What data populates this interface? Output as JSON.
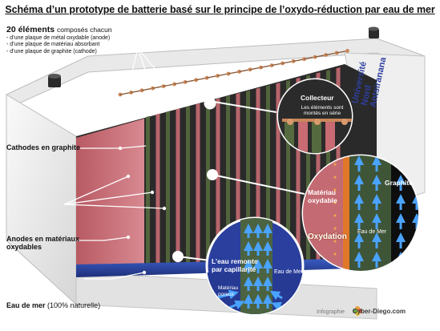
{
  "title": "Schéma d’un prototype de batterie basé sur le principe de l’oxydo-réduction par eau de mer",
  "elements": {
    "heading": "20 éléments",
    "heading_suffix": "composés chacun",
    "items": [
      "- d’une plaque de métal oxydable (anode)",
      "- d’une plaque de matériau absorbant",
      "- d’une plaque de graphite (cathode)"
    ]
  },
  "labels": {
    "cathodes": "Cathodes en graphite",
    "anodes_line1": "Anodes en matériaux",
    "anodes_line2": "oxydables",
    "seawater": "Eau de mer",
    "seawater_suffix": "(100% naturelle)"
  },
  "university": {
    "line1": "Université",
    "line2": "Nord",
    "line3": "Antsiranana"
  },
  "collector": {
    "title": "Collecteur",
    "line1": "Les éléments sont",
    "line2": "montés en série"
  },
  "oxidation": {
    "material_line1": "Matériau",
    "material_line2": "oxydable",
    "graphite": "Graphite",
    "oxydation": "Oxydation",
    "seawater": "Eau de Mer"
  },
  "capillary": {
    "line1": "L’eau remonte",
    "line2": "par capillarité",
    "seawater": "Eau de Mer",
    "porous_line1": "Matériau",
    "porous_line2": "poreux"
  },
  "credit": {
    "prefix": "Infographie",
    "site": "Cyber-Diego.com"
  },
  "colors": {
    "cathode": "#c86b73",
    "anode": "#556a3e",
    "separator": "#1b1b1b",
    "water": "#2f4fae",
    "arrow": "#4aa3ff",
    "copper": "#c9875a",
    "casing": "#f0f0f0"
  },
  "icons": [
    "battery-terminal-icon",
    "copper-connector-icon",
    "flow-arrow-icon",
    "callout-pointer-icon"
  ]
}
